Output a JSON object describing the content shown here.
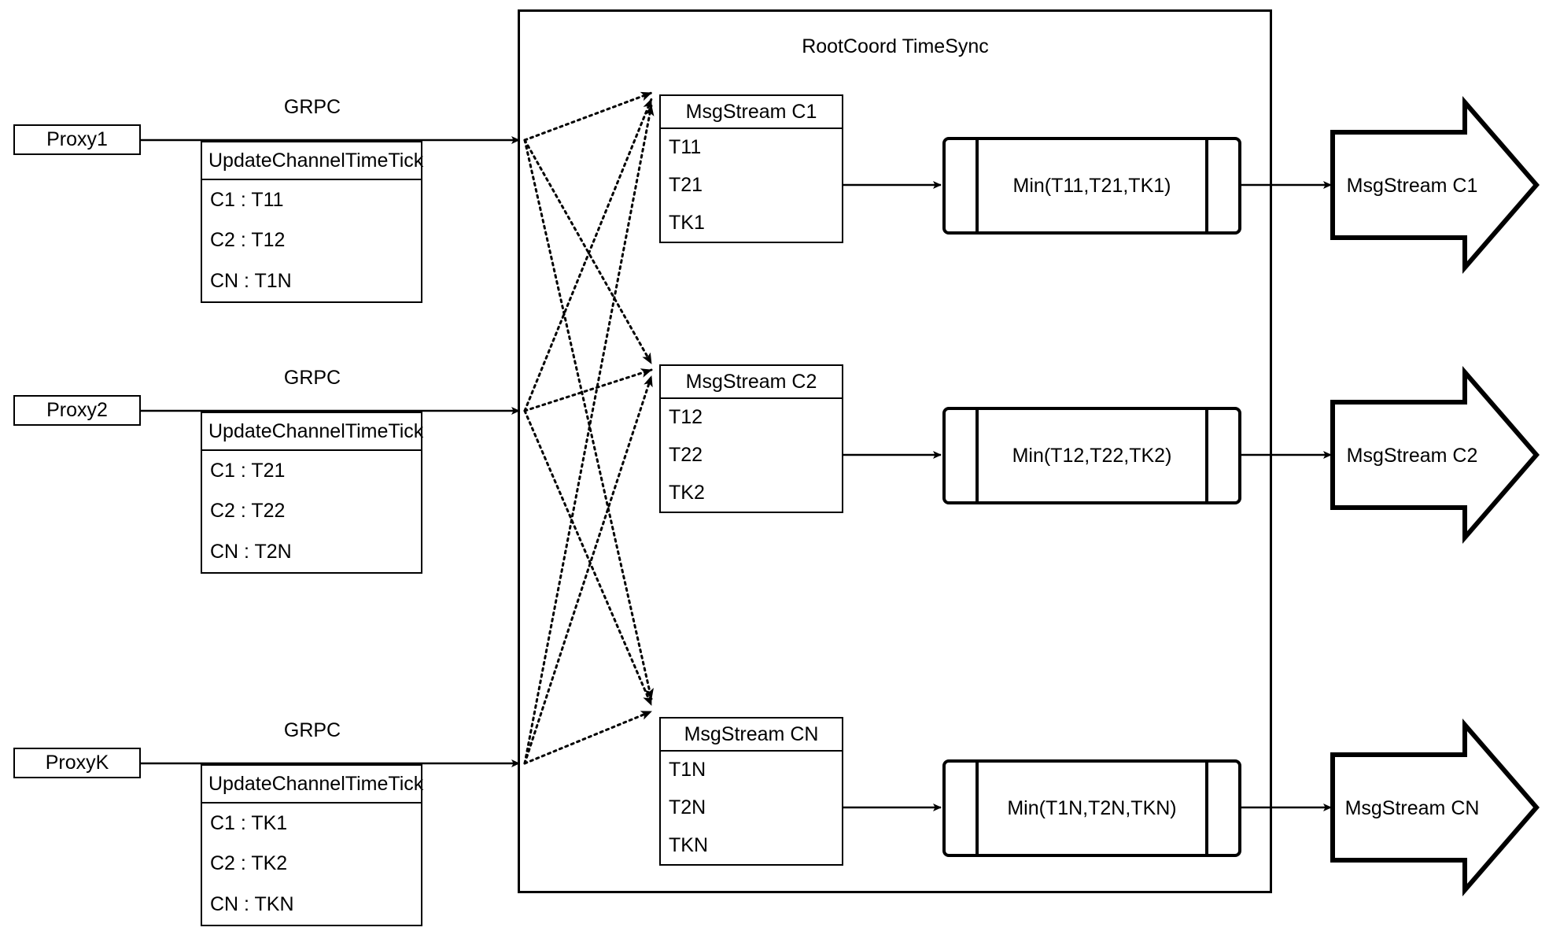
{
  "diagram": {
    "title": "RootCoord TimeSync",
    "container_label": "RootCoord TimeSync",
    "colors": {
      "stroke": "#000000",
      "background": "#ffffff",
      "text": "#000000"
    }
  },
  "proxies": [
    {
      "name": "Proxy1",
      "link_label": "GRPC",
      "request": {
        "header": "UpdateChannelTimeTick",
        "rows": [
          "C1 :  T11",
          "C2 :  T12",
          "CN : T1N"
        ]
      }
    },
    {
      "name": "Proxy2",
      "link_label": "GRPC",
      "request": {
        "header": "UpdateChannelTimeTick",
        "rows": [
          "C1 :  T21",
          "C2 :  T22",
          "CN : T2N"
        ]
      }
    },
    {
      "name": "ProxyK",
      "link_label": "GRPC",
      "request": {
        "header": "UpdateChannelTimeTick",
        "rows": [
          "C1 :  TK1",
          "C2 :  TK2",
          "CN : TKN"
        ]
      }
    }
  ],
  "channels": [
    {
      "stream": {
        "header": "MsgStream C1",
        "rows": [
          "T11",
          "T21",
          "TK1"
        ]
      },
      "reducer": "Min(T11,T21,TK1)",
      "output": "MsgStream C1"
    },
    {
      "stream": {
        "header": "MsgStream C2",
        "rows": [
          "T12",
          "T22",
          "TK2"
        ]
      },
      "reducer": "Min(T12,T22,TK2)",
      "output": "MsgStream C2"
    },
    {
      "stream": {
        "header": "MsgStream CN",
        "rows": [
          "T1N",
          "T2N",
          "TKN"
        ]
      },
      "reducer": "Min(T1N,T2N,TKN)",
      "output": "MsgStream CN"
    }
  ]
}
